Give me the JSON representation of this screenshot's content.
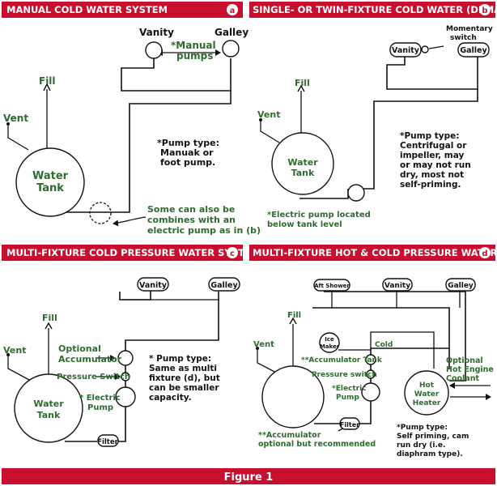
{
  "panels": {
    "a": {
      "title": "MANUAL COLD WATER SYSTEM",
      "badge": "a",
      "labels": {
        "vanity": "Vanity",
        "galley": "Galley",
        "manual_pumps_1": "*Manual",
        "manual_pumps_2": "pumps",
        "fill": "Fill",
        "vent": "Vent",
        "tank_1": "Water",
        "tank_2": "Tank",
        "pump_type_1": "*Pump type:",
        "pump_type_2": "Manuak or",
        "pump_type_3": "foot pump.",
        "note_1": "Some can also be",
        "note_2": "combines with an",
        "note_3": "electric pump as in (b)"
      }
    },
    "b": {
      "title": "SINGLE- OR TWIN-FIXTURE COLD WATER (DEMAND PUMP)",
      "badge": "b",
      "labels": {
        "vanity": "Vanity",
        "galley": "Galley",
        "switch_1": "Momentary",
        "switch_2": "switch",
        "fill": "Fill",
        "vent": "Vent",
        "tank_1": "Water",
        "tank_2": "Tank",
        "pump_type_1": "*Pump type:",
        "pump_type_2": "Centrifugal or",
        "pump_type_3": "impeller, may",
        "pump_type_4": "or may not run",
        "pump_type_5": "dry, most not",
        "pump_type_6": "self-priming.",
        "pump_note_1": "*Electric pump located",
        "pump_note_2": "below tank level"
      }
    },
    "c": {
      "title": "MULTI-FIXTURE COLD PRESSURE WATER SYSTEM",
      "badge": "c",
      "labels": {
        "vanity": "Vanity",
        "galley": "Galley",
        "fill": "Fill",
        "vent": "Vent",
        "accum_1": "Optional",
        "accum_2": "Accumulator",
        "pressure_switch": "Pressure Switch",
        "pump_1": "* Electric",
        "pump_2": "Pump",
        "filter": "Filter",
        "tank_1": "Water",
        "tank_2": "Tank",
        "pump_type_1": "* Pump type:",
        "pump_type_2": "Same as multi",
        "pump_type_3": "fixture (d), but",
        "pump_type_4": "can be smaller",
        "pump_type_5": "capacity."
      }
    },
    "d": {
      "title": "MULTI-FIXTURE HOT & COLD PRESSURE WATER",
      "badge": "d",
      "labels": {
        "aft_shower": "Aft Shower",
        "vanity": "Vanity",
        "galley": "Galley",
        "fill": "Fill",
        "vent": "Vent",
        "ice_1": "Ice",
        "ice_2": "Maker",
        "cold": "Cold",
        "accum_tank": "**Accumulator Tank",
        "pressure_switch": "Pressure switch",
        "pump_1": "*Electric",
        "pump_2": "Pump",
        "filter": "Filter",
        "heater_1": "Hot",
        "heater_2": "Water",
        "heater_3": "Heater",
        "coolant_1": "Optional",
        "coolant_2": "Hot Engine",
        "coolant_3": "Coolant",
        "accum_note_1": "**Accumulator",
        "accum_note_2": "optional but recommended",
        "pump_type_1": "*Pump type:",
        "pump_type_2": "Self priming, cam",
        "pump_type_3": "run dry (i.e.",
        "pump_type_4": "diaphram type)."
      }
    }
  },
  "footer": {
    "label": "Figure 1"
  },
  "colors": {
    "title_bar": "#c8102e",
    "label_green": "#2e6b2e",
    "line": "#111111"
  }
}
